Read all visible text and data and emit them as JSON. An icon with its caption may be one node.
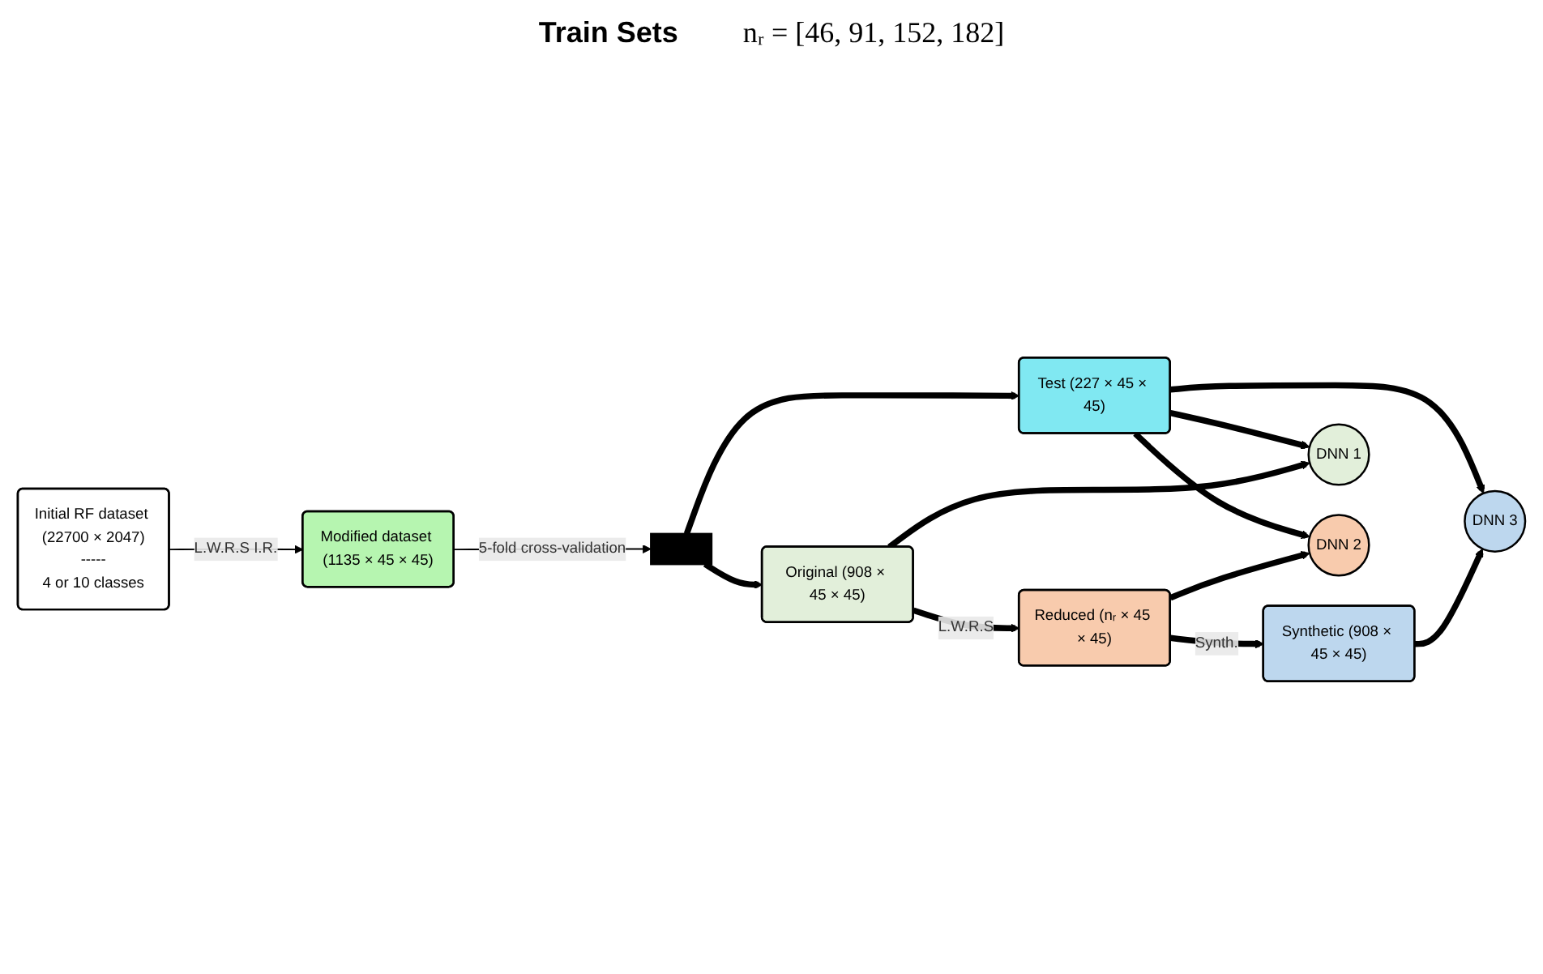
{
  "diagram": {
    "nodes": [
      {
        "text": [
          "Initial RF dataset (22700 × 2047)",
          "-----",
          "4 or 10 classes"
        ]
      },
      {
        "text": [
          "Modified dataset (1135 × 45 × 45)"
        ]
      },
      {
        "text": [],
        "shape": "box"
      },
      {
        "text": [
          "Original (908 × 45 × 45)"
        ]
      },
      {
        "text": [
          "Test (227 × 45 × 45)"
        ]
      },
      {
        "text": [
          "Reduced (nᵣ × 45 × 45)"
        ]
      },
      {
        "text": [
          "Synthetic (908 × 45 × 45)"
        ]
      },
      {
        "text": [
          "DNN 1"
        ]
      },
      {
        "text": [
          "DNN 2"
        ]
      },
      {
        "text": [
          "DNN 3"
        ]
      }
    ],
    "edges": [
      {
        "from": 0,
        "to": 1,
        "arrow": "to",
        "label": "L.W.R.S I.R."
      },
      {
        "from": 1,
        "to": 2,
        "arrow": "to",
        "label": "5-fold cross-validation"
      },
      {
        "from": 2,
        "to": 3,
        "arrow": "to"
      },
      {
        "from": 2,
        "to": 4,
        "arrow": "to"
      },
      {
        "from": 3,
        "to": 5,
        "arrow": "to",
        "label": "L.W.R.S"
      },
      {
        "from": 5,
        "to": 6,
        "arrow": "to",
        "label": "Synth."
      },
      {
        "from": 3,
        "to": 7,
        "arrow": "to"
      },
      {
        "from": 5,
        "to": 8,
        "arrow": "to"
      },
      {
        "from": 6,
        "to": 9,
        "arrow": "to"
      },
      {
        "from": 4,
        "to": 7,
        "arrow": "to"
      },
      {
        "from": 4,
        "to": 8,
        "arrow": "to"
      },
      {
        "from": 4,
        "to": 9,
        "arrow": "to"
      }
    ],
    "labels": [
      "Train Sets",
      "nᵣ = [46, 91, 152, 182]"
    ]
  }
}
